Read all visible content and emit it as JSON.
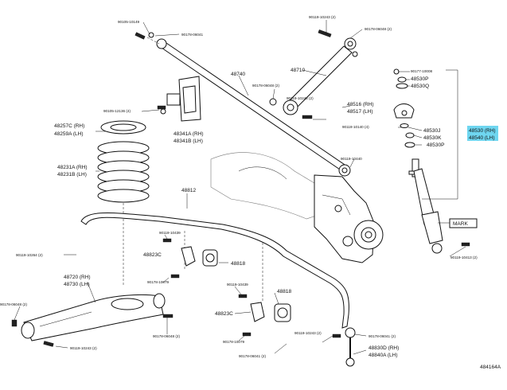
{
  "diagram_id": "484164A",
  "labels": {
    "p90105_10149": "90105-10149",
    "p90178_06041_top": "90178-06041",
    "p90119_10243_top": "90119-10243 (2)",
    "p90178_06048_top": "90178-06048 (2)",
    "p48710": "48710",
    "p48740": "48740",
    "p90178_06048_mid": "90178-06048 (2)",
    "p90119_10243_mid": "90119-10243 (2)",
    "p48516": "48516 (RH)",
    "p48517": "48517 (LH)",
    "p90119_10140": "90119-10140 (4)",
    "p90105_12136": "90105-12136 (4)",
    "p48341a": "48341A (RH)",
    "p48341b": "48341B (LH)",
    "p48257c": "48257C (RH)",
    "p48259a": "48259A (LH)",
    "p48231a": "48231A (RH)",
    "p48231b": "48231B (LH)",
    "p48812": "48812",
    "p90119_10440": "90119-10440",
    "p90177_10008": "90177-10008",
    "p48530p_a": "48530P",
    "p48530q": "48530Q",
    "p48530j": "48530J",
    "p48530k": "48530K",
    "p48530p_b": "48530P",
    "p48530": "48530 (RH)",
    "p48540": "48540 (LH)",
    "mark": "MARK",
    "p90119_10439_a": "90119-10439",
    "p48823c_a": "48823C",
    "p48818_a": "48818",
    "p90119_10264": "90119-10264 (2)",
    "p90178_10079_a": "90178-10079",
    "p48720": "48720 (RH)",
    "p48730": "48730 (LH)",
    "p90178_06048_low": "90178-06048 (2)",
    "p90119_10439_b": "90119-10439",
    "p48818_b": "48818",
    "p48823c_b": "48823C",
    "p90178_06048_low2": "90178-06048 (2)",
    "p90119_10243_low": "90119-10243 (2)",
    "p90178_10079_b": "90178-10079",
    "p90178_06041_low": "90178-06041 (2)",
    "p90119_10243_low2": "90119-10243 (2)",
    "p90178_06041_right": "90178-06041 (2)",
    "p48830d": "48830D (RH)",
    "p48840a": "48840A (LH)",
    "p90119_10413": "90119-10413 (2)"
  },
  "colors": {
    "highlight": "#6fd6f0",
    "line": "#111111"
  }
}
